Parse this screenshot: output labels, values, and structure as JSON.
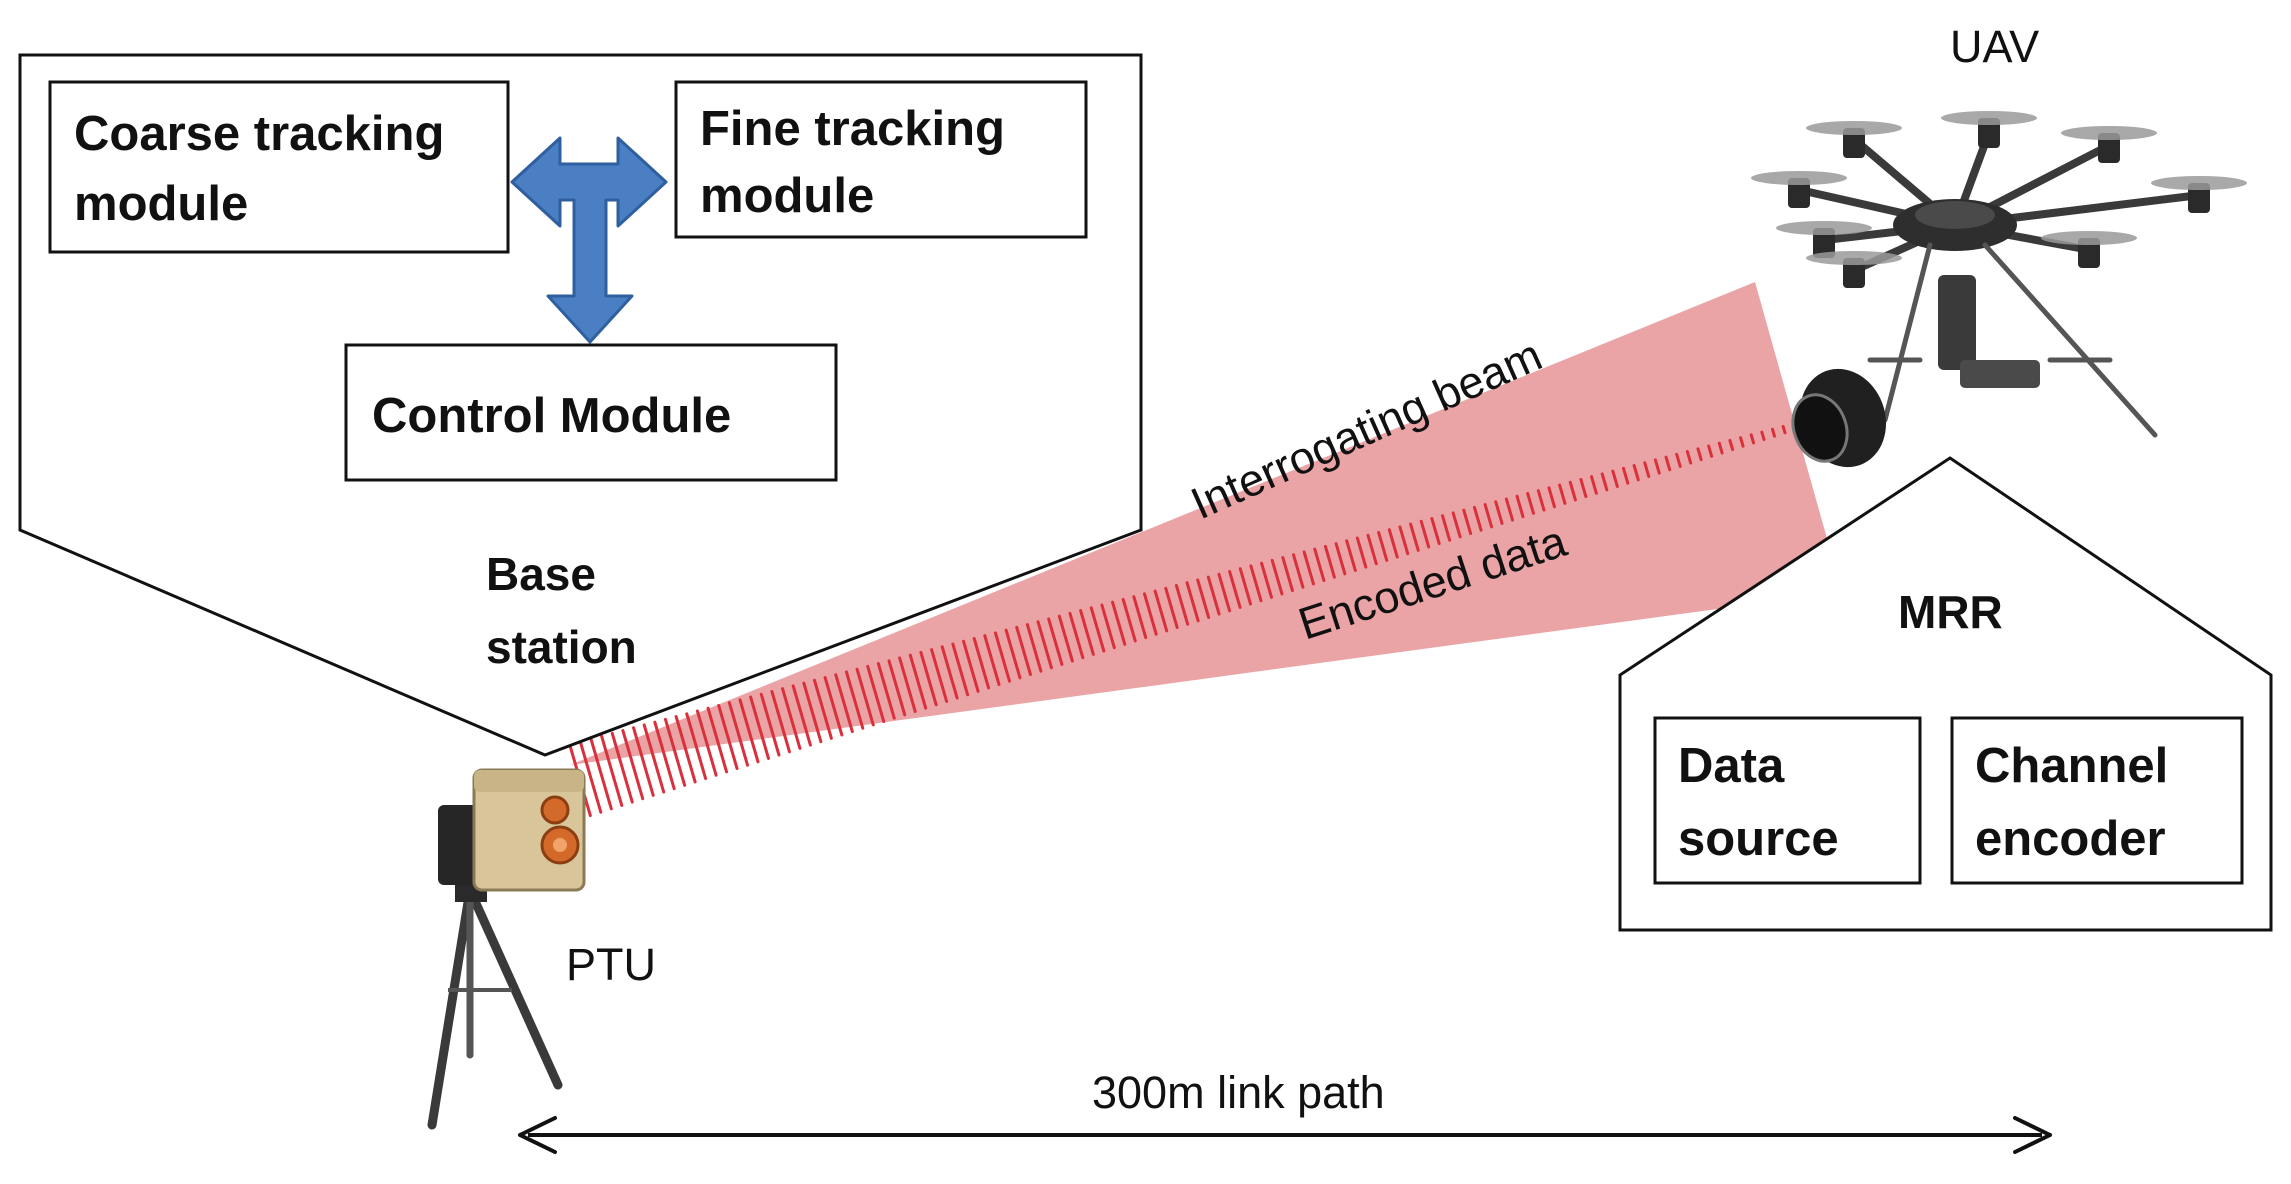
{
  "base_station": {
    "label_line1": "Base",
    "label_line2": "station",
    "modules": {
      "coarse_line1": "Coarse tracking",
      "coarse_line2": "module",
      "fine_line1": "Fine tracking",
      "fine_line2": "module",
      "control": "Control Module"
    }
  },
  "beam": {
    "interrogating_label": "Interrogating beam",
    "encoded_label": "Encoded data",
    "color": "#e89a9c",
    "dash_color": "#d9303c"
  },
  "uav": {
    "label": "UAV"
  },
  "mrr": {
    "label": "MRR",
    "data_source_line1": "Data",
    "data_source_line2": "source",
    "channel_encoder_line1": "Channel",
    "channel_encoder_line2": "encoder"
  },
  "ptu": {
    "label": "PTU"
  },
  "link": {
    "label": "300m link path"
  },
  "colors": {
    "arrow_fill": "#4a7fc4",
    "arrow_stroke": "#2f5f9e",
    "box_stroke": "#111111"
  }
}
